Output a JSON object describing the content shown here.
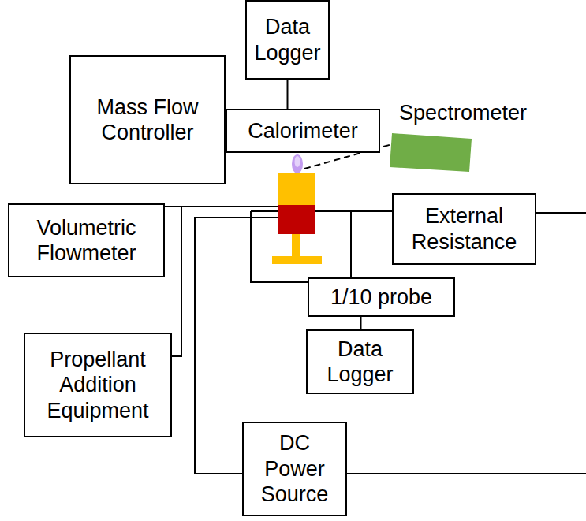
{
  "diagram": {
    "nodes": [
      {
        "text": [
          "Data Logger"
        ]
      },
      {
        "text": [
          "Mass Flow Controller"
        ]
      },
      {
        "text": [
          "Calorimeter"
        ]
      },
      {
        "text": [
          "Volumetric Flowmeter"
        ]
      },
      {
        "text": [
          "External Resistance"
        ]
      },
      {
        "text": [
          "1/10 probe"
        ]
      },
      {
        "text": [
          "Data Logger"
        ]
      },
      {
        "text": [
          "Propellant Addition Equipment"
        ]
      },
      {
        "text": [
          "DC Power Source"
        ]
      }
    ],
    "edges": [
      {
        "from": 0,
        "to": 2,
        "arrow": "none"
      },
      {
        "from": 5,
        "to": 6,
        "arrow": "none"
      }
    ],
    "labels": [
      "Spectrometer"
    ]
  }
}
